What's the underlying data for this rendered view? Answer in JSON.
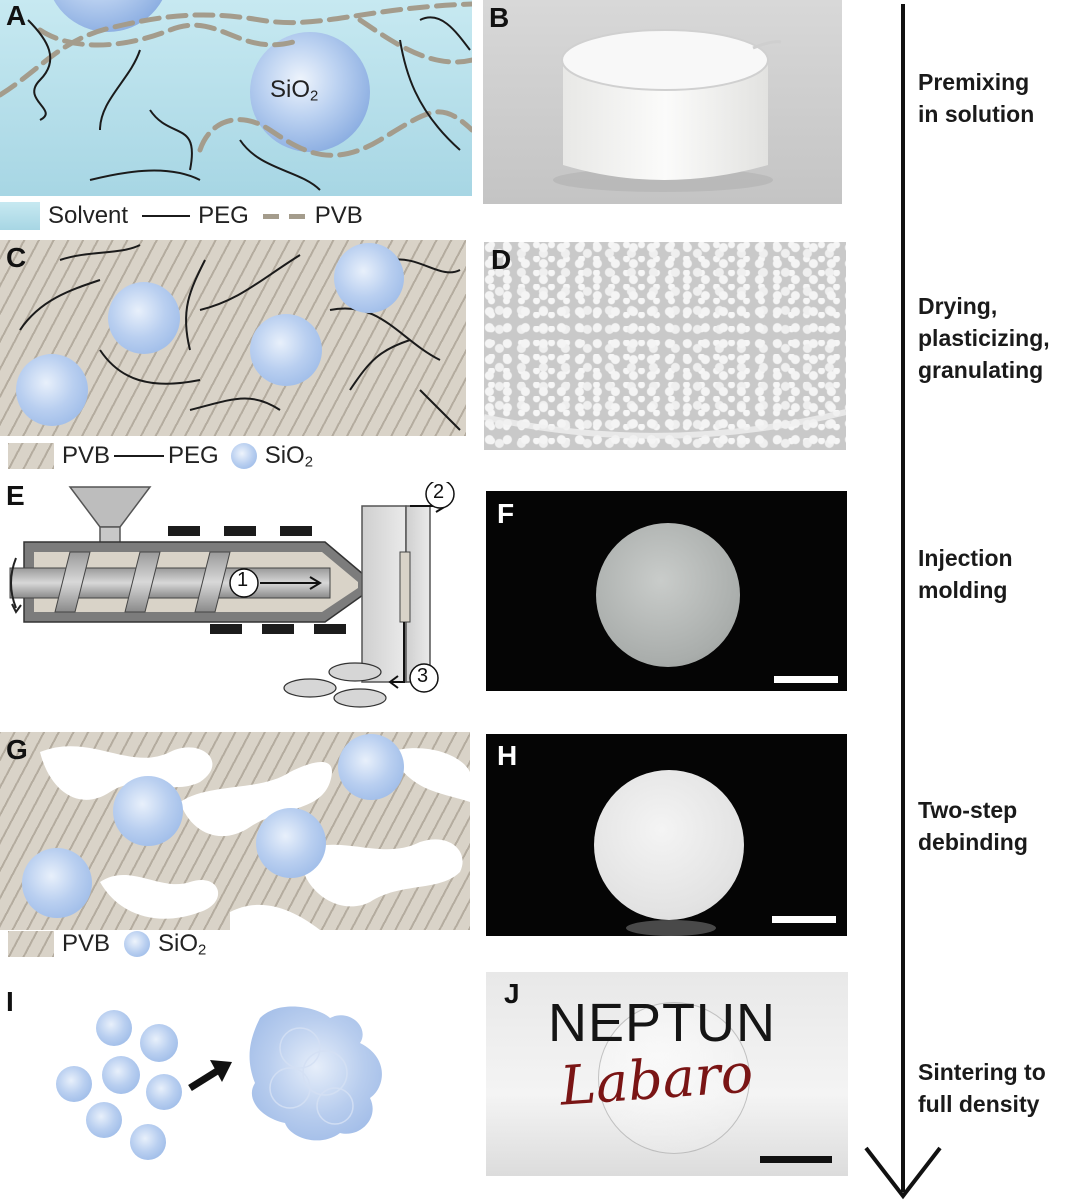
{
  "panels": {
    "A": {
      "letter": "A",
      "sio2_label": "SiO",
      "sio2_sub": "2"
    },
    "B": {
      "letter": "B"
    },
    "C": {
      "letter": "C"
    },
    "D": {
      "letter": "D"
    },
    "E": {
      "letter": "E",
      "step1": "1",
      "step2": "2",
      "step3": "3"
    },
    "F": {
      "letter": "F"
    },
    "G": {
      "letter": "G"
    },
    "H": {
      "letter": "H"
    },
    "I": {
      "letter": "I"
    },
    "J": {
      "letter": "J",
      "text_top": "NEPTUN",
      "text_script": "Labaro"
    }
  },
  "legends": {
    "a": {
      "solvent": "Solvent",
      "peg": "PEG",
      "pvb": "PVB"
    },
    "c": {
      "pvb": "PVB",
      "peg": "PEG",
      "sio2": "SiO",
      "sio2_sub": "2"
    },
    "g": {
      "pvb": "PVB",
      "sio2": "SiO",
      "sio2_sub": "2"
    }
  },
  "steps": [
    {
      "line1": "Premixing",
      "line2": "in solution",
      "line3": ""
    },
    {
      "line1": "Drying,",
      "line2": "plasticizing,",
      "line3": "granulating"
    },
    {
      "line1": "Injection",
      "line2": "molding",
      "line3": ""
    },
    {
      "line1": "Two-step",
      "line2": "debinding",
      "line3": ""
    },
    {
      "line1": "Sintering to",
      "line2": "full density",
      "line3": ""
    }
  ],
  "colors": {
    "solvent": "#a9d9e6",
    "pvb": "#d9d3c8",
    "sio2": "#a9c4ee",
    "photo_bg": "#050505"
  }
}
